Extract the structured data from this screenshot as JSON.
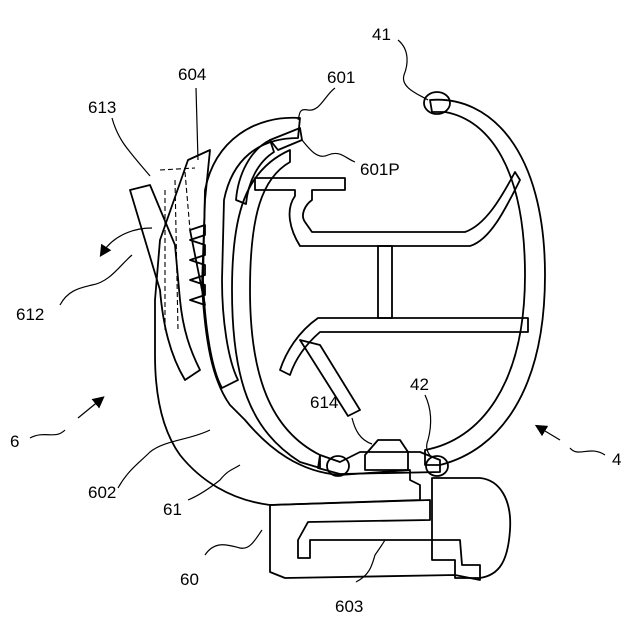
{
  "labels": {
    "l41": "41",
    "l601": "601",
    "l601p": "601P",
    "l604": "604",
    "l613": "613",
    "l612": "612",
    "l6": "6",
    "l602": "602",
    "l61": "61",
    "l60": "60",
    "l603": "603",
    "l614": "614",
    "l42": "42",
    "l4": "4"
  },
  "colors": {
    "line": "#000000",
    "hatch": "#000000",
    "background": "#ffffff"
  }
}
